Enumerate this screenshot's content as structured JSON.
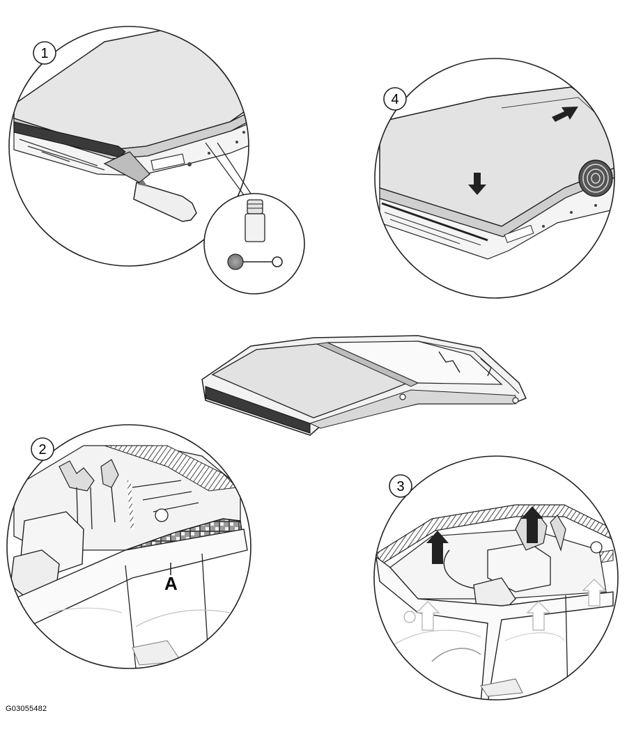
{
  "steps": [
    {
      "number": "1"
    },
    {
      "number": "2"
    },
    {
      "number": "3"
    },
    {
      "number": "4"
    }
  ],
  "callout": "A",
  "figure_id": "G03055482",
  "icons": [
    "adhesive-bottle-icon",
    "mesh-to-ring-icon",
    "push-down-arrow-icon",
    "lift-up-arrow-icon",
    "tape-roll-icon"
  ]
}
